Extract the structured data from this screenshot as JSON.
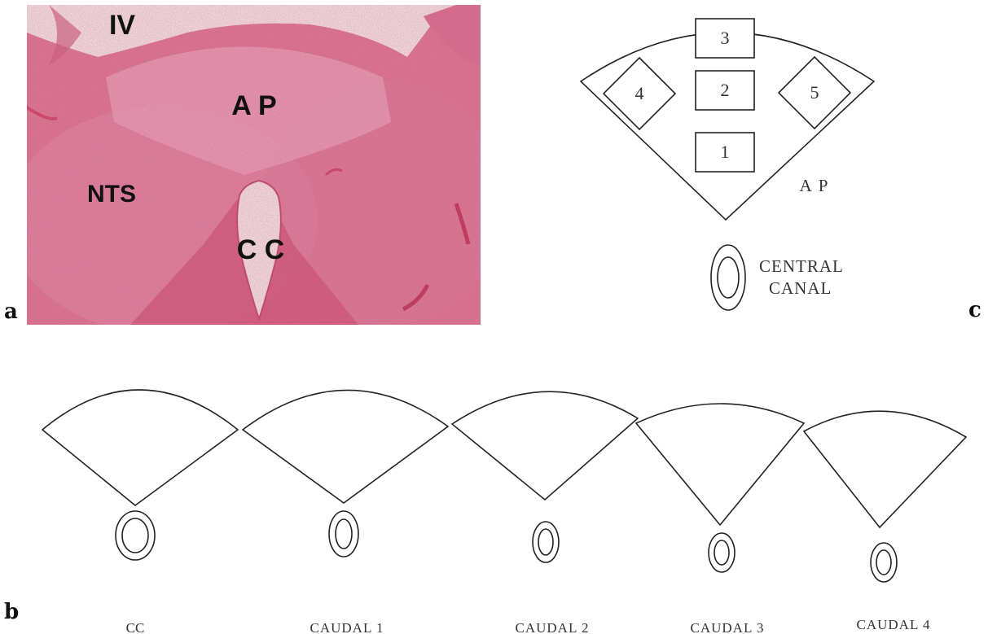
{
  "panels": {
    "a": {
      "letter": "a",
      "labels": {
        "ventricle": "IV",
        "area_postrema": "A P",
        "nts": "NTS",
        "central_canal": "C C"
      }
    },
    "b": {
      "letter": "b",
      "levels": [
        {
          "label": "CC"
        },
        {
          "label": "CAUDAL 1"
        },
        {
          "label": "CAUDAL 2"
        },
        {
          "label": "CAUDAL 3"
        },
        {
          "label": "CAUDAL 4"
        }
      ]
    },
    "c": {
      "letter": "c",
      "boxes": [
        "1",
        "2",
        "3",
        "4",
        "5"
      ],
      "ap_label": "A P",
      "canal_label_line1": "CENTRAL",
      "canal_label_line2": "CANAL"
    }
  },
  "colors": {
    "tissue": "#d9768f",
    "tissue_light": "#e6a5b6",
    "lumen": "#f3f3ea",
    "outline": "#222222"
  }
}
